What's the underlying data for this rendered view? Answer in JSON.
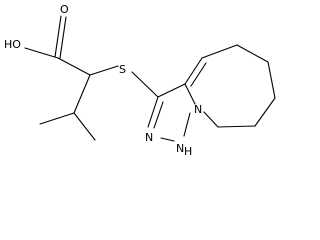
{
  "molecule": {
    "atoms": {
      "oxygen_carbonyl": "O",
      "hydroxyl": "HO",
      "sulfur": "S",
      "nitrogen_ring": "N",
      "nitrogen_bridge": "N",
      "nitrogen_h": "N",
      "hydrogen_on_n": "H"
    }
  },
  "colors": {
    "bond": "#000000",
    "background": "#ffffff"
  }
}
